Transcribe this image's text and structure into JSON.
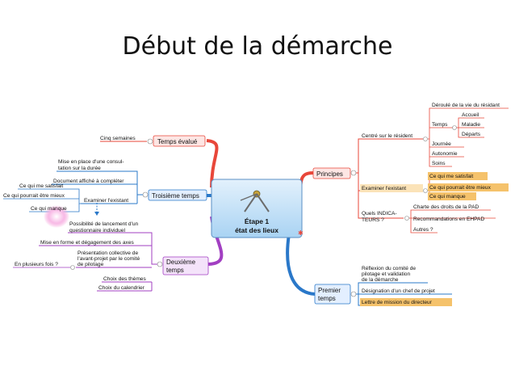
{
  "slide": {
    "title": "Début de la démarche"
  },
  "center": {
    "line1": "Étape 1",
    "line2": "état des lieux"
  },
  "branches": {
    "temps_evalue": "Temps évalué",
    "troisieme_temps": "Troisième temps",
    "deuxieme_temps": [
      "Deuxième",
      "temps"
    ],
    "principes": "Principes",
    "premier_temps": [
      "Premier",
      "temps"
    ]
  },
  "left": {
    "cinq_semaines": "Cinq semaines",
    "mise_en_place": [
      "Mise en place d'une consul-",
      "tation sur la durée"
    ],
    "document_affiche": "Document affiché à compléter",
    "examiner_existant": "Examiner l'existant",
    "ce_qui_satisfait": "Ce qui me satisfait",
    "ce_qui_mieux": "Ce qui pourrait être mieux",
    "ce_qui_manque": "Ce qui manque",
    "possibilite": [
      "Possibilité de lancement d'un",
      "questionnaire individuel"
    ],
    "mise_en_forme": "Mise en forme et dégagement des axes",
    "presentation": [
      "Présentation collective de",
      "l'avant-projet par le comité",
      "de pilotage"
    ],
    "en_plusieurs_fois": "En plusieurs fois ?",
    "choix_themes": "Choix des thèmes",
    "choix_calendrier": "Choix du calendrier"
  },
  "right": {
    "centre_resident": "Centré sur le résident",
    "deroule_vie": "Déroulé de la vie du résidant",
    "temps": "Temps",
    "accueil": "Accueil",
    "maladie": "Maladie",
    "departs": "Départs",
    "journee": "Journée",
    "autonomie": "Autonomie",
    "soins": "Soins",
    "examiner_existant": "Examiner l'existant",
    "ce_qui_satisfait": "Ce qui me satisfait",
    "ce_qui_mieux": "Ce qui pourrait être mieux",
    "ce_qui_manque": "Ce qui manque",
    "quels_indicateurs": [
      "Quels INDICA-",
      "TEURS ?"
    ],
    "charte": "Charte des droits de la PAD",
    "recommandations": "Recommandations en EHPAD",
    "autres": "Autres ?",
    "reflexion": [
      "Réflexion du comité de",
      "pilotage et validation",
      "de la démarche"
    ],
    "designation": "Désignation d'un chef de projet",
    "lettre_mission": "Lettre de mission du directeur"
  },
  "colors": {
    "red_branch": "#e8473a",
    "blue_branch": "#2a78c9",
    "purple_branch": "#a23fc2",
    "center_fill": "#b9dcf6",
    "highlight": "#f5c26b",
    "pink_bubble": "#f49ad7"
  }
}
